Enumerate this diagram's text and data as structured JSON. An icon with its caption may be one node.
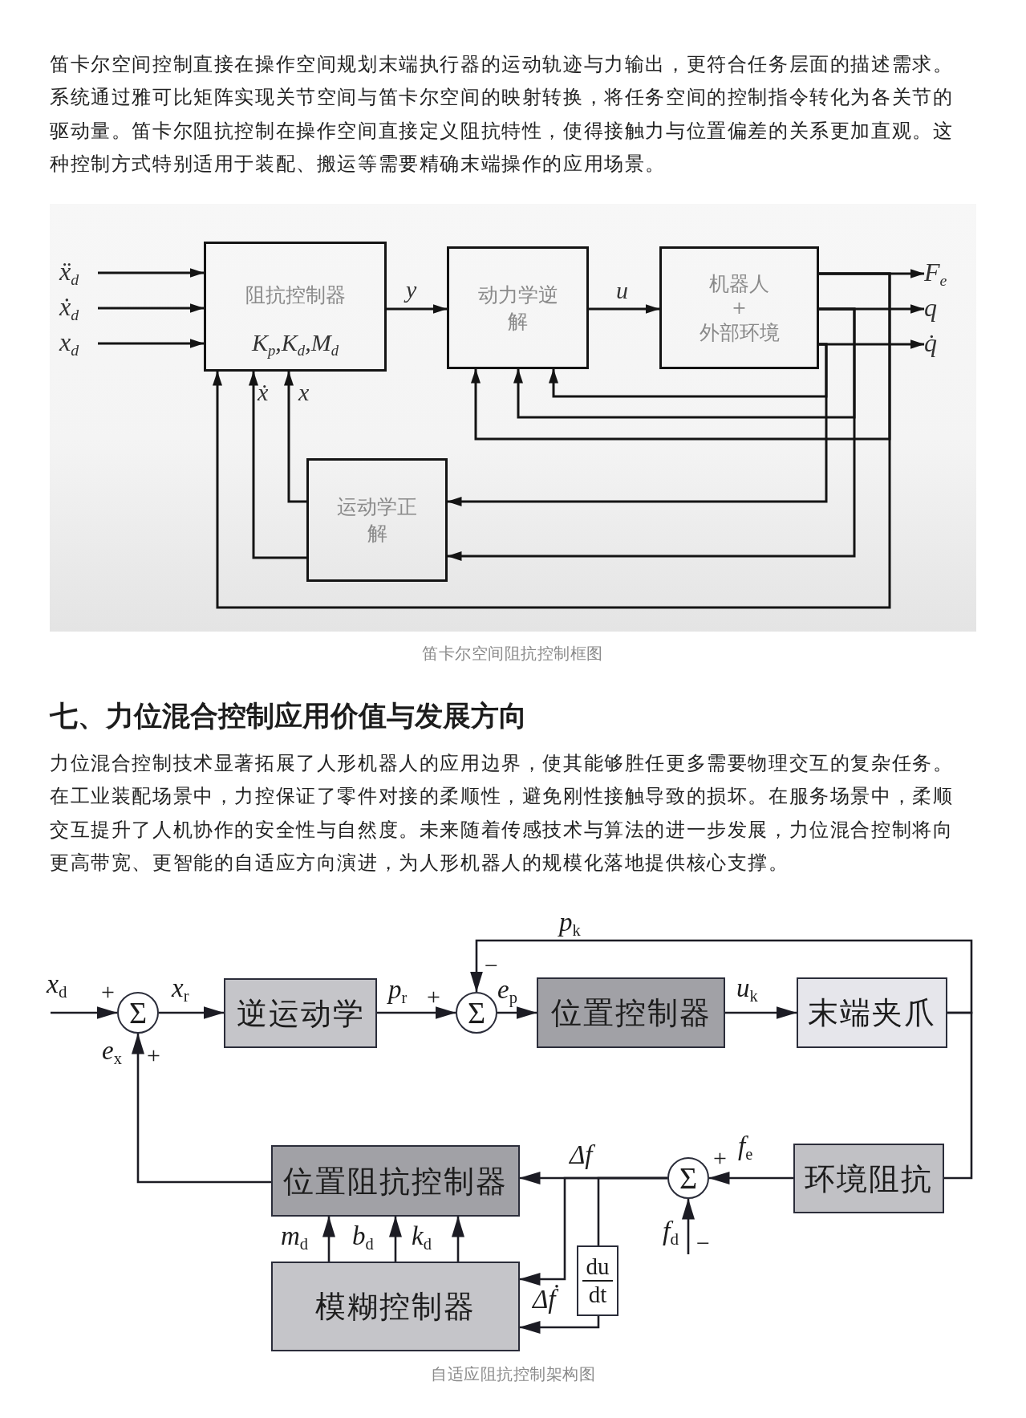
{
  "diagram": {
    "nodes": [
      {
        "text": [
          "ẍ$_{d}$"
        ]
      },
      {
        "text": [
          "ẋ$_{d}$"
        ]
      },
      {
        "text": [
          "x$_{d}$"
        ]
      },
      {
        "text": [
          "阻抗控制器",
          "K$_{p}$,K$_{d}$,M$_{d}$"
        ]
      },
      {
        "text": [
          "动力学逆解"
        ]
      },
      {
        "text": [
          "机器人",
          "+",
          "外部环境"
        ]
      },
      {
        "text": [
          "F$_{e}$"
        ]
      },
      {
        "text": [
          "q"
        ]
      },
      {
        "text": [
          "q̇"
        ]
      },
      {
        "text": [
          "运动学正解"
        ]
      },
      {
        "text": [
          "*x*$_{d}$"
        ]
      },
      {
        "text": [
          "Σ"
        ]
      },
      {
        "text": [
          "逆运动学"
        ]
      },
      {
        "text": [
          "Σ"
        ]
      },
      {
        "text": [
          "位置控制器"
        ]
      },
      {
        "text": [
          "末端夹爪"
        ]
      },
      {
        "text": [
          "环境阻抗"
        ]
      },
      {
        "text": [
          "Σ"
        ]
      },
      {
        "text": [
          "*f*$_{d}$"
        ]
      },
      {
        "text": [
          "位置阻抗控制器"
        ]
      },
      {
        "text": [
          "模糊控制器"
        ]
      },
      {
        "text": [
          "du",
          "dt"
        ]
      }
    ],
    "edges": [
      {
        "from": 0,
        "to": 3,
        "arrow": "to"
      },
      {
        "from": 1,
        "to": 3,
        "arrow": "to"
      },
      {
        "from": 2,
        "to": 3,
        "arrow": "to"
      },
      {
        "from": 3,
        "to": 4,
        "arrow": "to",
        "label": "y"
      },
      {
        "from": 4,
        "to": 5,
        "arrow": "to",
        "label": "u"
      },
      {
        "from": 5,
        "to": 6,
        "arrow": "to"
      },
      {
        "from": 5,
        "to": 7,
        "arrow": "to"
      },
      {
        "from": 5,
        "to": 8,
        "arrow": "to"
      },
      {
        "from": 5,
        "to": 4,
        "arrow": "to"
      },
      {
        "from": 5,
        "to": 4,
        "arrow": "to"
      },
      {
        "from": 5,
        "to": 4,
        "arrow": "to"
      },
      {
        "from": 5,
        "to": 9,
        "arrow": "to"
      },
      {
        "from": 5,
        "to": 9,
        "arrow": "to"
      },
      {
        "from": 5,
        "to": 3,
        "arrow": "to"
      },
      {
        "from": 9,
        "to": 3,
        "arrow": "to",
        "label": "x"
      },
      {
        "from": 9,
        "to": 3,
        "arrow": "to",
        "label": "ẋ"
      },
      {
        "from": 10,
        "to": 11,
        "arrow": "to"
      },
      {
        "from": 11,
        "to": 12,
        "arrow": "to",
        "label": "*x*$_{r}$"
      },
      {
        "from": 12,
        "to": 13,
        "arrow": "to",
        "label": "*p*$_{r}$"
      },
      {
        "from": 13,
        "to": 14,
        "arrow": "to",
        "label": "*e*$_{p}$"
      },
      {
        "from": 14,
        "to": 15,
        "arrow": "to",
        "label": "*u*$_{k}$"
      },
      {
        "from": 15,
        "to": 13,
        "arrow": "to",
        "label": "*p*$_{k}$"
      },
      {
        "from": 15,
        "to": 16,
        "arrow": "none"
      },
      {
        "from": 16,
        "to": 17,
        "arrow": "to",
        "label": "*f*$_{e}$"
      },
      {
        "from": 18,
        "to": 17,
        "arrow": "to"
      },
      {
        "from": 17,
        "to": 19,
        "arrow": "to",
        "label": "Δf"
      },
      {
        "from": 17,
        "to": 20,
        "arrow": "to"
      },
      {
        "from": 17,
        "to": 21,
        "arrow": "none"
      },
      {
        "from": 21,
        "to": 20,
        "arrow": "to",
        "label": "Δḟ"
      },
      {
        "from": 20,
        "to": 19,
        "arrow": "to",
        "label": "*m*$_{d}$"
      },
      {
        "from": 20,
        "to": 19,
        "arrow": "to",
        "label": "*b*$_{d}$"
      },
      {
        "from": 20,
        "to": 19,
        "arrow": "to",
        "label": "*k*$_{d}$"
      },
      {
        "from": 19,
        "to": 11,
        "arrow": "to",
        "label": "*e*$_{x}$"
      }
    ],
    "labels": [
      "笛卡尔空间控制直接在操作空间规划末端执行器的运动轨迹与力输出，更符合任务层面的描述需求。系统通过雅可比矩阵实现关节空间与笛卡尔空间的映射转换，将任务空间的控制指令转化为各关节的驱动量。笛卡尔阻抗控制在操作空间直接定义阻抗特性，使得接触力与位置偏差的关系更加直观。这种控制方式特别适用于装配、搬运等需要精确末端操作的应用场景。",
      "笛卡尔空间阻抗控制框图",
      "七、力位混合控制应用价值与发展方向",
      "力位混合控制技术显著拓展了人形机器人的应用边界，使其能够胜任更多需要物理交互的复杂任务。在工业装配场景中，力控保证了零件对接的柔顺性，避免刚性接触导致的损坏。在服务场景中，柔顺交互提升了人机协作的安全性与自然度。未来随着传感技术与算法的进一步发展，力位混合控制将向更高带宽、更智能的自适应方向演进，为人形机器人的规模化落地提供核心支撑。",
      "−",
      "+",
      "+",
      "+",
      "+",
      "−",
      "自适应阻抗控制架构图"
    ]
  }
}
